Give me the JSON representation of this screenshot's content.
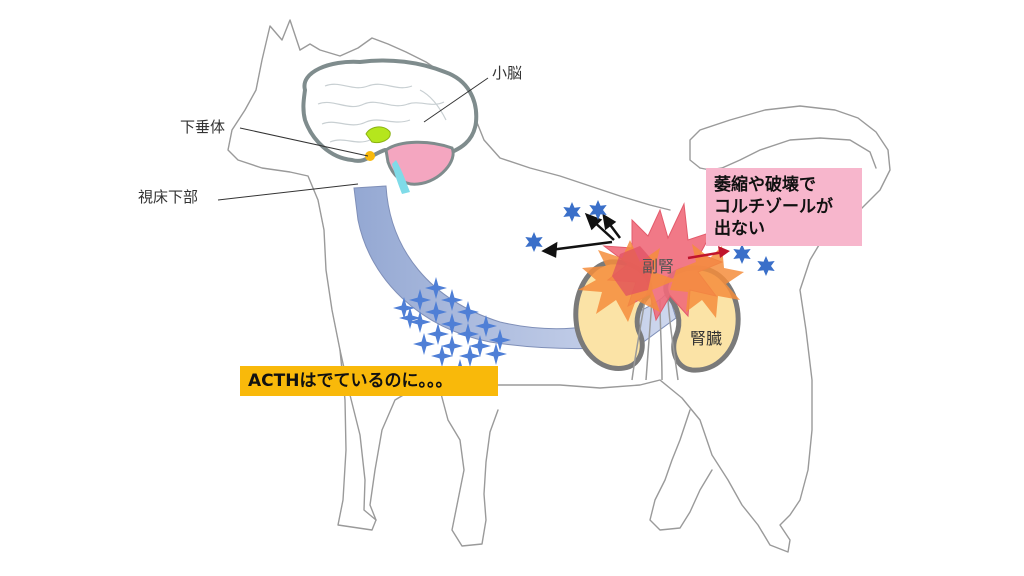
{
  "labels": {
    "cerebellum": "小脳",
    "pituitary": "下垂体",
    "hypothalamus": "視床下部",
    "adrenal": "副腎",
    "kidney": "腎臓"
  },
  "callouts": {
    "atrophy_line1": "萎縮や破壊で",
    "atrophy_line2": "コルチゾールが",
    "atrophy_line3": "出ない",
    "acth": "ACTHはでているのに。。。"
  },
  "colors": {
    "outline": "#9a9a9a",
    "brain_outline": "#7f8c8d",
    "pituitary": "#b5e61d",
    "hypothalamus_pink": "#f4a6c0",
    "cyan": "#7fdbe8",
    "arrow_blue": "#8ea3d0",
    "acth_star": "#4f7fd6",
    "cortisol_star": "#3a6fc9",
    "adrenal_red": "#f06a7a",
    "adrenal_orange": "#f58d3c",
    "kidney_fill": "#fbe3a6",
    "kidney_outline": "#7a7a7a",
    "pink_box": "#f7b6cc",
    "orange_box": "#f9b90a"
  }
}
